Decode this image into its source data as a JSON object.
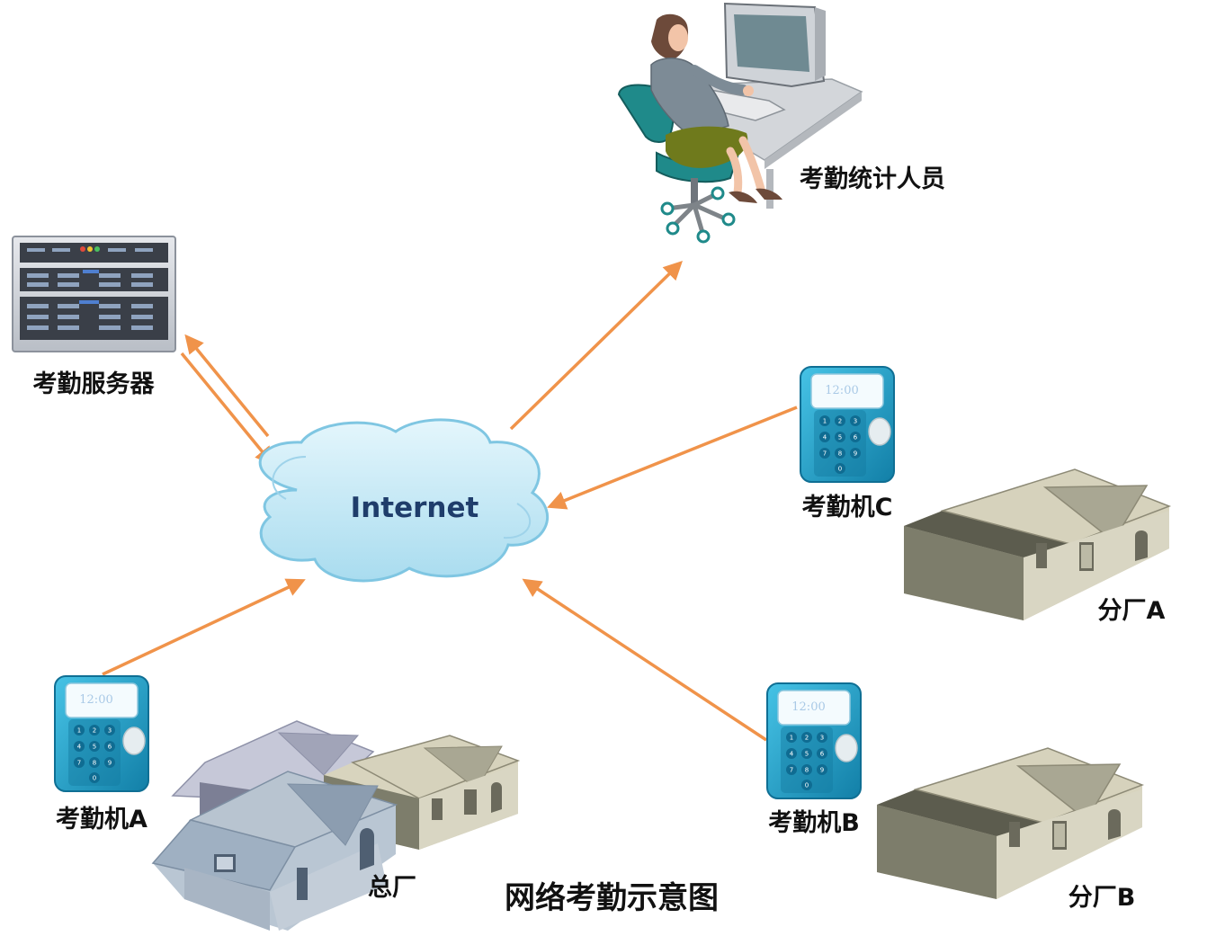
{
  "cloud": {
    "label": "Internet"
  },
  "nodes": {
    "server": {
      "label": "考勤服务器"
    },
    "staff": {
      "label": "考勤统计人员"
    },
    "terminal_c": {
      "label": "考勤机C",
      "time": "12:00"
    },
    "terminal_a": {
      "label": "考勤机A",
      "time": "12:00"
    },
    "terminal_b": {
      "label": "考勤机B",
      "time": "12:00"
    },
    "factory_main": {
      "label": "总厂"
    },
    "branch_a": {
      "label": "分厂A"
    },
    "branch_b": {
      "label": "分厂B"
    }
  },
  "keypad": [
    "1",
    "2",
    "3",
    "4",
    "5",
    "6",
    "7",
    "8",
    "9",
    "0"
  ],
  "title": "网络考勤示意图",
  "colors": {
    "arrow": "#f0934a",
    "cloud_fill": "#bfe6f5",
    "device": "#1e9ec6",
    "house_wall": "#d7d4c1",
    "house_roof": "#a9a793"
  }
}
